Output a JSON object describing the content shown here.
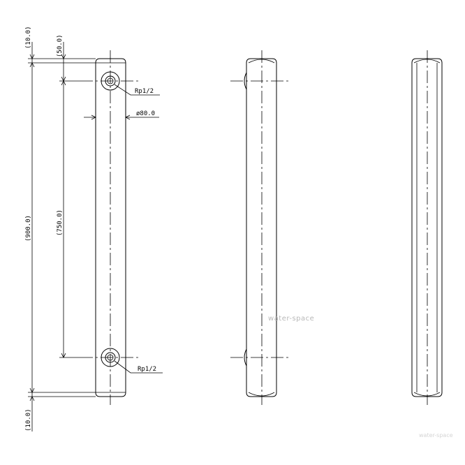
{
  "dimensions": {
    "top_offset": "(10.0)",
    "bottom_offset": "(10.0)",
    "port_offset": "(50.0)",
    "overall_length": "(900.0)",
    "port_spacing": "(750.0)",
    "diameter": "ø80.0"
  },
  "ports": {
    "upper_label": "Rp1/2",
    "lower_label": "Rp1/2"
  },
  "watermark": {
    "center": "water-space",
    "corner": "water-space"
  },
  "colors": {
    "line": "#000000",
    "background": "#ffffff",
    "watermark": "#b8b8b8"
  }
}
